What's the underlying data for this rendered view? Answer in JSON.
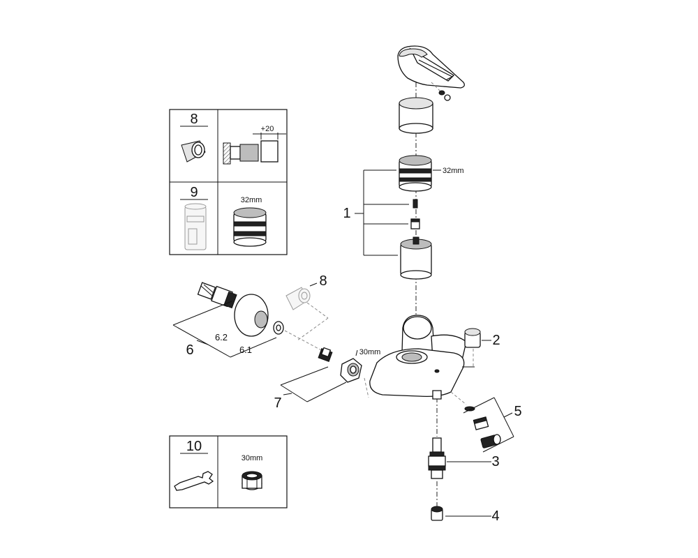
{
  "labels": {
    "part1": "1",
    "part2": "2",
    "part3": "3",
    "part4": "4",
    "part5": "5",
    "part6": "6",
    "part6_1": "6.1",
    "part6_2": "6.2",
    "part7": "7",
    "part8": "8"
  },
  "dimensions": {
    "cartridge_32mm": "32mm",
    "nut_30mm": "30mm"
  },
  "inset_top": {
    "row8_number": "8",
    "row8_dimension": "+20",
    "row9_number": "9",
    "row9_dimension": "32mm"
  },
  "inset_bottom": {
    "number": "10",
    "dimension": "30mm"
  }
}
